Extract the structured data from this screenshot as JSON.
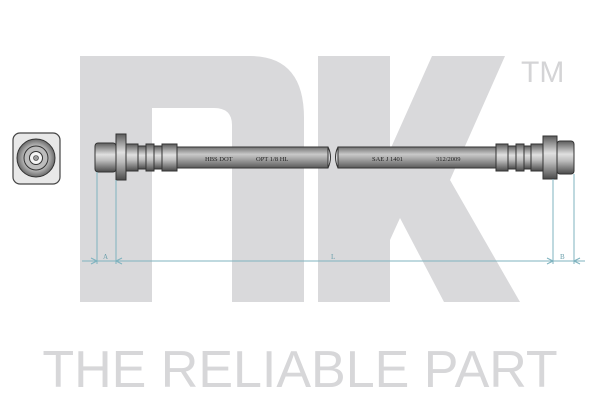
{
  "brand": {
    "trademark": "TM",
    "tagline": "THE RELIABLE PART",
    "logo_color": "#d9d9db"
  },
  "hose": {
    "markings": [
      "HBS DOT",
      "OPT 1/8 HL",
      "SAE J 1401",
      "312/2009"
    ],
    "color": "#8f8f8f"
  },
  "dimensions": {
    "a_label": "A",
    "l_label": "L",
    "b_label": "B",
    "line_color": "#7fb3bf"
  }
}
